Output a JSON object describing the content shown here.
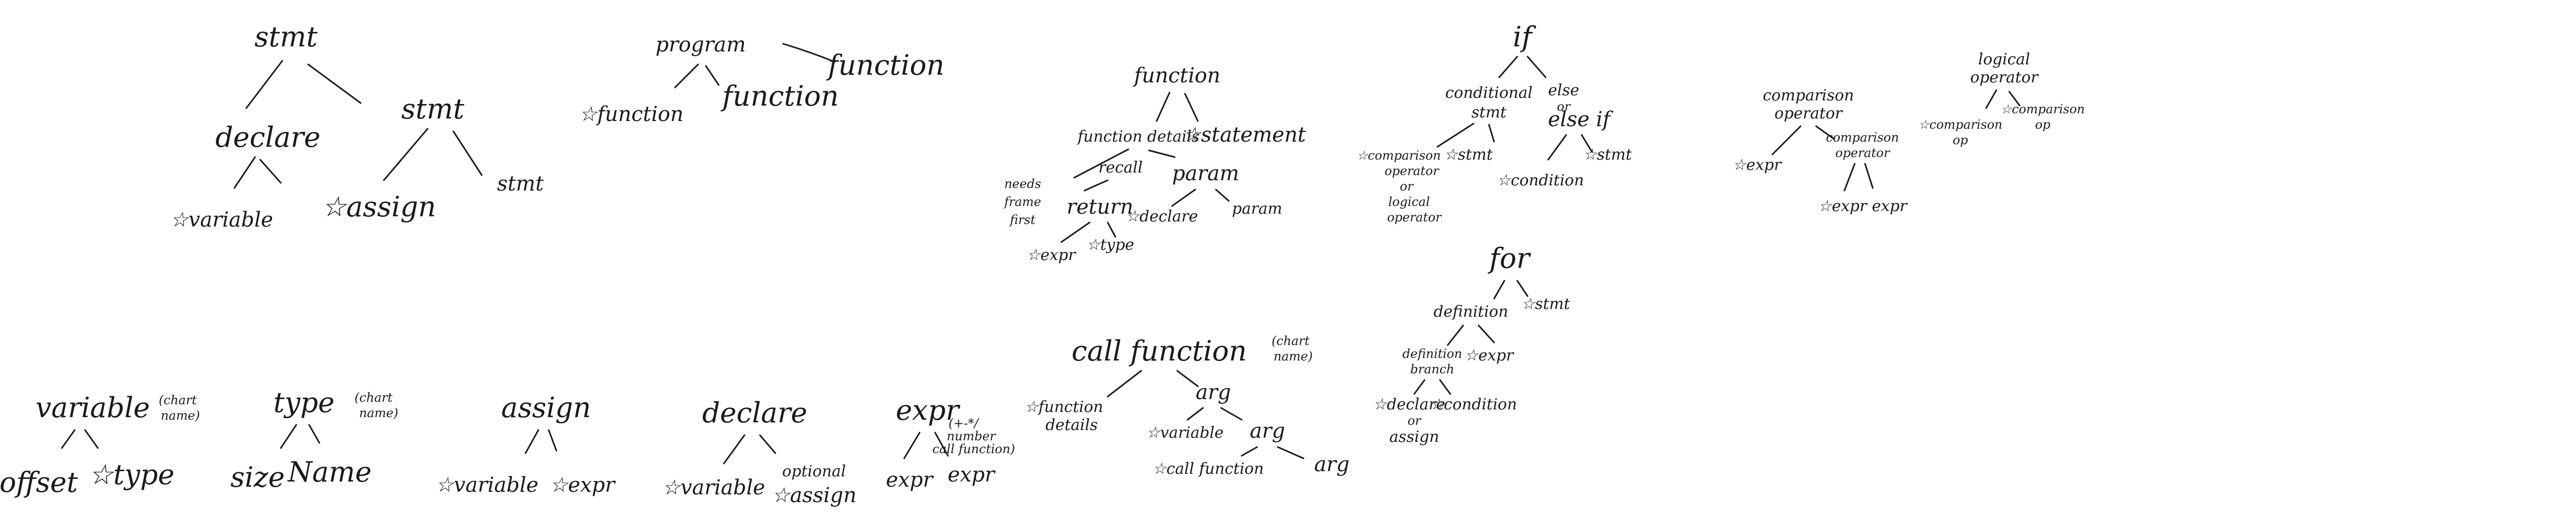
{
  "stmt_tree": {
    "root": "stmt",
    "declare": "declare",
    "stmt_child": "stmt",
    "variable": "☆variable",
    "assign": "☆assign",
    "stmt_leaf": "stmt"
  },
  "program_tree": {
    "root": "program",
    "side_function": "function",
    "function_star": "☆function",
    "function_plain": "function"
  },
  "function_tree": {
    "root": "function",
    "function_details": "function details",
    "statement": "☆statement",
    "left_note": [
      "needs",
      "frame",
      "first"
    ],
    "recall": "recall",
    "param": "param",
    "return": "return",
    "declare": "☆declare",
    "param_child": "param",
    "expr": "☆expr",
    "type": "☆type"
  },
  "if_tree": {
    "root": "if",
    "conditional_stmt": [
      "conditional",
      "stmt"
    ],
    "else_or_else_if": [
      "else",
      "or",
      "else if"
    ],
    "comparison_or_logical": [
      "☆comparison",
      "operator",
      "or",
      "logical",
      "operator"
    ],
    "stmt_star": "☆stmt",
    "condition": "☆condition",
    "stmt_right": "☆stmt"
  },
  "comparison_tree": {
    "root": [
      "comparison",
      "operator"
    ],
    "expr": "☆expr",
    "comparison_op": [
      "comparison",
      "operator"
    ],
    "expr_expr": "☆expr expr"
  },
  "logical_tree": {
    "root": [
      "logical",
      "operator"
    ],
    "comparison_op_left": [
      "☆comparison",
      "op"
    ],
    "comparison_op_right": [
      "☆comparison",
      "op"
    ]
  },
  "for_tree": {
    "root": "for",
    "definition": "definition",
    "stmt": "☆stmt",
    "definition_branch": [
      "definition",
      "branch"
    ],
    "expr": "☆expr",
    "declare_or_assign": [
      "☆declare",
      "or",
      "assign"
    ],
    "condition": "☆condition"
  },
  "variable_tree": {
    "root": "variable",
    "note": [
      "(chart",
      "name)"
    ],
    "offset": "offset",
    "type": "☆type"
  },
  "type_tree": {
    "root": "type",
    "note": [
      "(chart",
      "name)"
    ],
    "size": "size",
    "name": "Name"
  },
  "assign_tree": {
    "root": "assign",
    "variable": "☆variable",
    "expr": "☆expr"
  },
  "declare_tree": {
    "root": "declare",
    "variable": "☆variable",
    "optional_assign": [
      "optional",
      "☆assign"
    ]
  },
  "expr_tree": {
    "root": "expr",
    "note": [
      "(+-*/",
      "number",
      "call function)"
    ],
    "expr_left": "expr",
    "expr_right": "expr"
  },
  "call_function_tree": {
    "root": "call function",
    "note": [
      "(chart",
      "name)"
    ],
    "function_details": [
      "☆function",
      "details"
    ],
    "arg": "arg",
    "variable": "☆variable",
    "arg_child": "arg",
    "call_function": "☆call function",
    "arg_leaf": "arg"
  }
}
